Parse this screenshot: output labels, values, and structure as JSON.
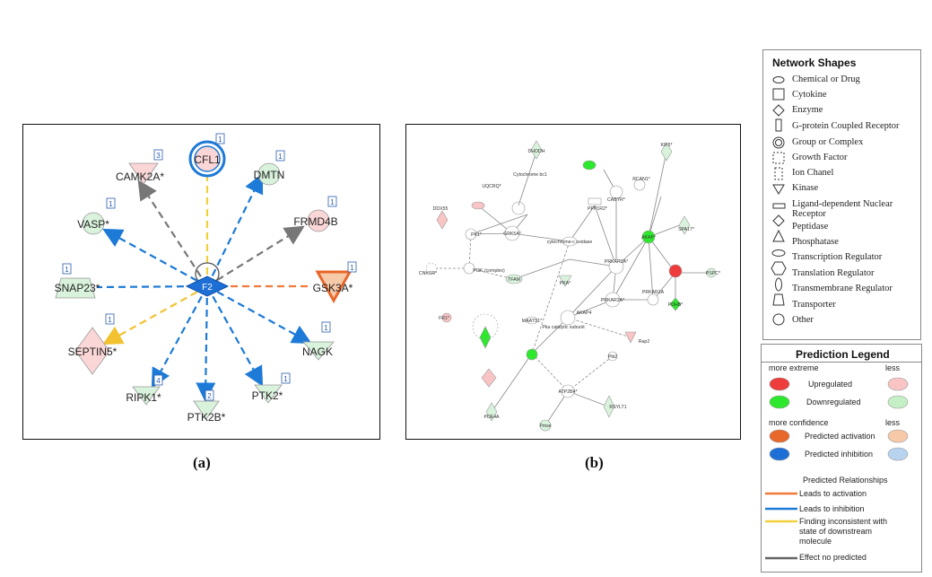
{
  "panel_a": {
    "hub": {
      "label": "F2",
      "color": "#1d6fd6"
    },
    "nodes": [
      {
        "label": "CFL1",
        "badge": "1",
        "shape": "group",
        "color": "#fbd6d6",
        "edge": "yellow"
      },
      {
        "label": "DMTN",
        "badge": "1",
        "shape": "circle",
        "color": "#d9f2dc",
        "edge": "blue"
      },
      {
        "label": "FRMD4B",
        "badge": "1",
        "shape": "circle",
        "color": "#fbd6d6",
        "edge": "gray"
      },
      {
        "label": "GSK3A*",
        "badge": "1",
        "shape": "kinase",
        "color": "#e8672a",
        "edge": "orange"
      },
      {
        "label": "NAGK",
        "badge": "1",
        "shape": "kinase",
        "color": "#d9f2dc",
        "edge": "blue"
      },
      {
        "label": "PTK2*",
        "badge": "1",
        "shape": "kinase",
        "color": "#d9f2dc",
        "edge": "blue"
      },
      {
        "label": "PTK2B*",
        "badge": "2",
        "shape": "kinase",
        "color": "#d9f2dc",
        "edge": "blue"
      },
      {
        "label": "RIPK1*",
        "badge": "4",
        "shape": "kinase",
        "color": "#d9f2dc",
        "edge": "blue"
      },
      {
        "label": "SEPTIN5*",
        "badge": "1",
        "shape": "diamond",
        "color": "#fbd6d6",
        "edge": "yellow"
      },
      {
        "label": "SNAP23*",
        "badge": "1",
        "shape": "transporter",
        "color": "#d9f2dc",
        "edge": "blue"
      },
      {
        "label": "VASP*",
        "badge": "1",
        "shape": "circle",
        "color": "#d9f2dc",
        "edge": "blue"
      },
      {
        "label": "CAMK2A*",
        "badge": "3",
        "shape": "kinase",
        "color": "#fbd6d6",
        "edge": "gray"
      }
    ]
  },
  "panel_b": {
    "labels": [
      "DHODH",
      "KIF5*",
      "Cytochrome bc1",
      "UQCRQ*",
      "PPP1R2*",
      "CABYR*",
      "RCAN1*",
      "DDX55",
      "PK1*",
      "GRK5A*",
      "cytochrome-c oxidase",
      "AKAP*",
      "SPA17*",
      "CNKSR*",
      "PI3K (complex)",
      "TFAM",
      "PRKAR2A*",
      "PKA*",
      "PSPC*",
      "PRKAR2A*",
      "PDHB*",
      "PRKAR1A",
      "MAATS1*",
      "AKAP4",
      "FR1*",
      "Pka catalytic subunit",
      "Rap2",
      "Ptk2",
      "PDE4A",
      "ATP2B4*",
      "RSYLT1",
      "Pmse"
    ]
  },
  "captions": {
    "a": "(a)",
    "b": "(b)"
  },
  "shapes_legend": {
    "title": "Network Shapes",
    "items": [
      "Chemical or Drug",
      "Cytokine",
      "Enzyme",
      "G-protein Coupled Receptor",
      "Group or Complex",
      "Growth Factor",
      "Ion Chanel",
      "Kinase",
      "Ligand-dependent Nuclear",
      "Receptor",
      "Peptidase",
      "Phosphatase",
      "Transcription Regulator",
      "Translation Regulator",
      "Transmembrane Regulator",
      "Transporter",
      "Other"
    ]
  },
  "prediction_legend": {
    "title": "Prediction Legend",
    "more_extreme": "more extreme",
    "less": "less",
    "upregulated": "Upregulated",
    "downregulated": "Downregulated",
    "more_confidence": "more confidence",
    "predicted_activation": "Predicted activation",
    "predicted_inhibition": "Predicted inhibition",
    "relationships_title": "Predicted Relationships",
    "leads_activation": "Leads to activation",
    "leads_inhibition": "Leads to inhibition",
    "finding_inconsistent_1": "Finding inconsistent with",
    "finding_inconsistent_2": "state of downstream",
    "finding_inconsistent_3": "molecule",
    "effect_not_predicted": "Effect no predicted",
    "colors": {
      "up_strong": "#ee3b3b",
      "up_weak": "#f8c4c4",
      "down_strong": "#2ee82e",
      "down_weak": "#c5efc5",
      "act_strong": "#e8672a",
      "act_weak": "#f6c9a9",
      "inh_strong": "#1d6fd6",
      "inh_weak": "#b8d3ef",
      "line_orange": "#f07a3a",
      "line_blue": "#1d7ad6",
      "line_yellow": "#f2d03c",
      "line_gray": "#666666"
    }
  }
}
